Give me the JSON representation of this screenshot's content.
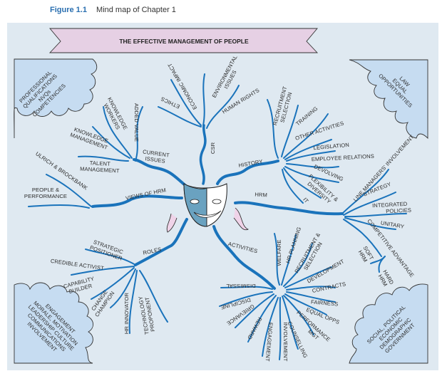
{
  "caption": {
    "figure_label": "Figure 1.1",
    "figure_title": "Mind map of Chapter 1"
  },
  "banner": {
    "title": "THE EFFECTIVE MANAGEMENT OF PEOPLE",
    "color": "#e6d0e4"
  },
  "colors": {
    "background": "#dfe9f1",
    "branch": "#1a73bb",
    "cloud_fill": "#c6dcf1",
    "mask_left": "#6aa2c0",
    "ribbon": "#efd3e8"
  },
  "center": {
    "icon": "theatre-mask-icon"
  },
  "clouds": {
    "top_left": [
      "PROFESSIONAL",
      "QUALIFICATIONS",
      "NVQs",
      "COMPETENCIES"
    ],
    "top_right": [
      "LAW",
      "EQUAL",
      "OPPORTUNITIES"
    ],
    "bottom_left": [
      "ENGAGEMENT",
      "MORALE, MOTIVATION",
      "LEADERSHIP CULTURE",
      "COMMUNICATIONS",
      "INVOLVEMENT"
    ],
    "bottom_right": [
      "SOCIAL, POLITICAL",
      "ECONOMIC",
      "DEMOGRAPHIC",
      "GOVERNMENT"
    ]
  },
  "branches": {
    "current_issues": {
      "label": [
        "CURRENT",
        "ISSUES"
      ],
      "children": [
        [
          "ADDED VALUE"
        ],
        [
          "KNOWLEDGE",
          "WORKERS"
        ],
        [
          "KNOWLEDGE",
          "MANAGEMENT"
        ],
        [
          "TALENT",
          "MANAGEMENT"
        ]
      ]
    },
    "csr": {
      "label": [
        "CSR"
      ],
      "children": [
        [
          "ETHICS"
        ],
        [
          "ECONOMIC IMPACT"
        ],
        [
          "ENVIRONMENTAL",
          "ISSUES"
        ],
        [
          "HUMAN RIGHTS"
        ]
      ]
    },
    "history": {
      "label": [
        "HISTORY"
      ],
      "children": [
        [
          "RECRUITMENT",
          "SELECTION"
        ],
        [
          "TRAINING"
        ],
        [
          "OTHER ACTIVITIES"
        ],
        [
          "LEGISLATION"
        ],
        [
          "EMPLOYEE RELATIONS"
        ],
        [
          "DEVOLVING"
        ],
        [
          "FLEXIBILITY &",
          "DIVERSITY"
        ],
        [
          "IT"
        ]
      ]
    },
    "views_of_hrm": {
      "label": [
        "VIEWS OF HRM"
      ],
      "children": [
        [
          "ULRICH & BROCKBANK"
        ],
        [
          "PEOPLE &",
          "PERFORMANCE"
        ]
      ]
    },
    "hrm": {
      "label": [
        "HRM"
      ],
      "children": [
        [
          "LINE MANAGERS' INVOLVEMENT"
        ],
        [
          "STRATEGY"
        ],
        [
          "INTEGRATED",
          "POLICIES"
        ],
        [
          "UNITARY"
        ],
        [
          "COMPETITIVE ADVANTAGE"
        ],
        [
          "SOFT",
          "HRM"
        ],
        [
          "HARD",
          "HRM"
        ]
      ]
    },
    "roles": {
      "label": [
        "ROLES"
      ],
      "children": [
        [
          "STRATEGIC",
          "POSITIONER"
        ],
        [
          "CREDIBLE ACTIVIST"
        ],
        [
          "CAPABILITY",
          "BUILDER"
        ],
        [
          "CHANGE",
          "CHAMPION"
        ],
        [
          "HR INNOVATOR"
        ],
        [
          "TECHNOLOGY",
          "PROPONENT"
        ]
      ]
    },
    "activities": {
      "label": [
        "ACTIVITIES"
      ],
      "children": [
        [
          "WELFARE"
        ],
        [
          "HR PLANNING"
        ],
        [
          "RECRUITMENT &",
          "SELECTION"
        ],
        [
          "DEVELOPMENT"
        ],
        [
          "CONTRACTS"
        ],
        [
          "FAIRNESS"
        ],
        [
          "EQUAL OPPS"
        ],
        [
          "PERFORMANCE",
          "MGT"
        ],
        [
          "COUNSELLING"
        ],
        [
          "INVOLVEMENT"
        ],
        [
          "ENGAGEMENT"
        ],
        [
          "REWARD"
        ],
        [
          "GRIEVANCE"
        ],
        [
          "DISCIPLINE"
        ],
        [
          "DISMISSAL"
        ]
      ]
    }
  }
}
